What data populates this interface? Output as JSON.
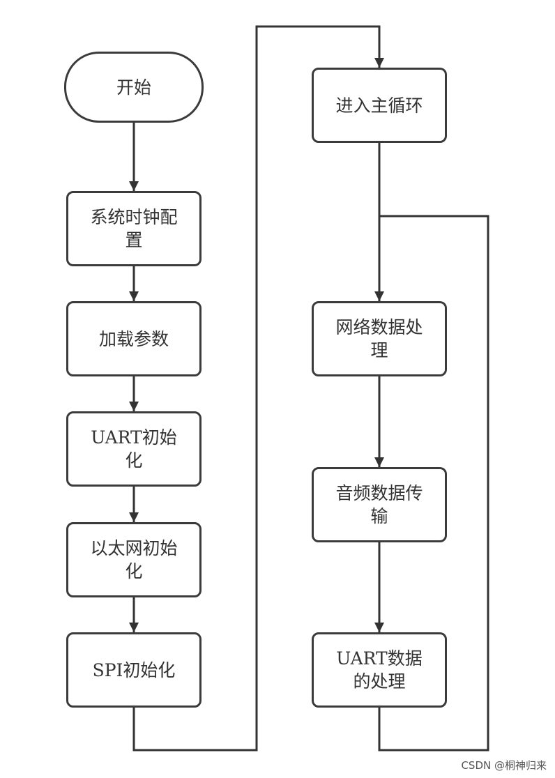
{
  "nodes": {
    "start": "开始",
    "clock": "系统时钟配置",
    "params": "加载参数",
    "uart_init": "UART初始化",
    "eth_init": "以太网初始化",
    "spi_init": "SPI初始化",
    "main_loop": "进入主循环",
    "network": "网络数据处理",
    "audio": "音频数据传输",
    "uart_proc": "UART数据的处理"
  },
  "watermark": "CSDN @桐神归来"
}
